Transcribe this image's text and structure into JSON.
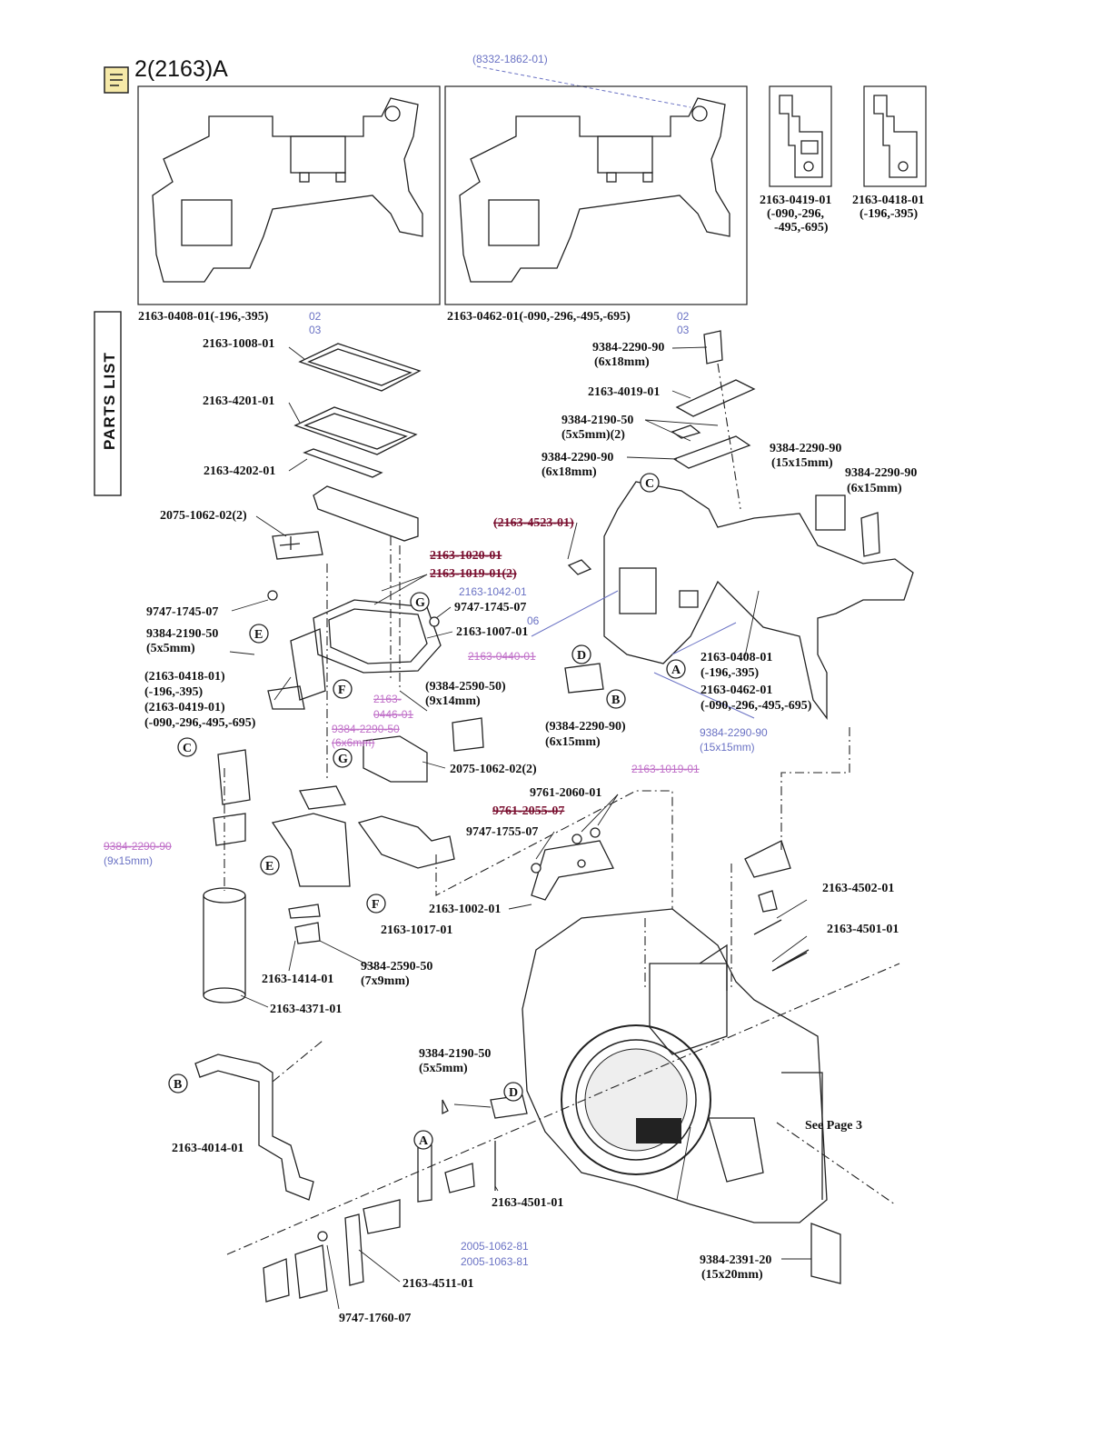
{
  "header": {
    "title": "2(2163)A",
    "ref_top": "(8332-1862-01)"
  },
  "sidebar": {
    "label": "PARTS LIST"
  },
  "boxes": {
    "box1_label": "2163-0408-01(-196,-395)",
    "box1_note_a": "02",
    "box1_note_b": "03",
    "box2_label": "2163-0462-01(-090,-296,-495,-695)",
    "box2_note_a": "02",
    "box2_note_b": "03",
    "box3_label": [
      "2163-0419-01",
      "(-090,-296,",
      "-495,-695)"
    ],
    "box4_label": [
      "2163-0418-01",
      "(-196,-395)"
    ]
  },
  "labels": {
    "l_1008": "2163-1008-01",
    "l_4201": "2163-4201-01",
    "l_4202": "2163-4202-01",
    "l_2075a": "2075-1062-02(2)",
    "l_1020": "2163-1020-01",
    "l_1019": "2163-1019-01(2)",
    "l_1042": "2163-1042-01",
    "l_9747a": "9747-1745-07",
    "l_9747b": "9747-1745-07",
    "l_06": "06",
    "l_1007": "2163-1007-01",
    "l_0440": "2163-0440-01",
    "l_2190a": [
      "9384-2190-50",
      "(5x5mm)"
    ],
    "l_0418group": [
      "(2163-0418-01)",
      "(-196,-395)",
      "(2163-0419-01)",
      "(-090,-296,-495,-695)"
    ],
    "l_0446": [
      "2163-",
      "0446-01"
    ],
    "l_2290small": [
      "9384-2290-50",
      "(6x6mm)"
    ],
    "l_2590a": [
      "(9384-2590-50)",
      "(9x14mm)"
    ],
    "l_2075b": "2075-1062-02(2)",
    "l_2290c": [
      "9384-2290-90",
      "(9x15mm)"
    ],
    "l_4523": "(2163-4523-01)",
    "l_2290top": [
      "9384-2290-90",
      "(6x18mm)"
    ],
    "l_4019": "2163-4019-01",
    "l_2190b": [
      "9384-2190-50",
      "(5x5mm)(2)"
    ],
    "l_2290d": [
      "9384-2290-90",
      "(6x18mm)"
    ],
    "l_2290e": [
      "9384-2290-90",
      "(15x15mm)"
    ],
    "l_2290f": [
      "9384-2290-90",
      "(6x15mm)"
    ],
    "l_0408": [
      "2163-0408-01",
      "(-196,-395)"
    ],
    "l_0462": [
      "2163-0462-01",
      "(-090,-296,-495,-695)"
    ],
    "l_2290g": [
      "(9384-2290-90)",
      "(6x15mm)"
    ],
    "l_2290h": [
      "9384-2290-90",
      "(15x15mm)"
    ],
    "l_1019b": "2163-1019-01",
    "l_2060": "9761-2060-01",
    "l_2055": "9761-2055-07",
    "l_1755": "9747-1755-07",
    "l_1002": "2163-1002-01",
    "l_1017": "2163-1017-01",
    "l_1414": "2163-1414-01",
    "l_2590b": [
      "9384-2590-50",
      "(7x9mm)"
    ],
    "l_4371": "2163-4371-01",
    "l_4502": "2163-4502-01",
    "l_4501a": "2163-4501-01",
    "l_4014": "2163-4014-01",
    "l_2190c": [
      "9384-2190-50",
      "(5x5mm)"
    ],
    "l_seepage": "See Page 3",
    "l_4501b": "2163-4501-01",
    "l_2005a": "2005-1062-81",
    "l_2005b": "2005-1063-81",
    "l_4511": "2163-4511-01",
    "l_1760": "9747-1760-07",
    "l_2391": [
      "9384-2391-20",
      "(15x20mm)"
    ]
  },
  "refs": {
    "A": "A",
    "B": "B",
    "C": "C",
    "D": "D",
    "E": "E",
    "F": "F",
    "G": "G"
  }
}
